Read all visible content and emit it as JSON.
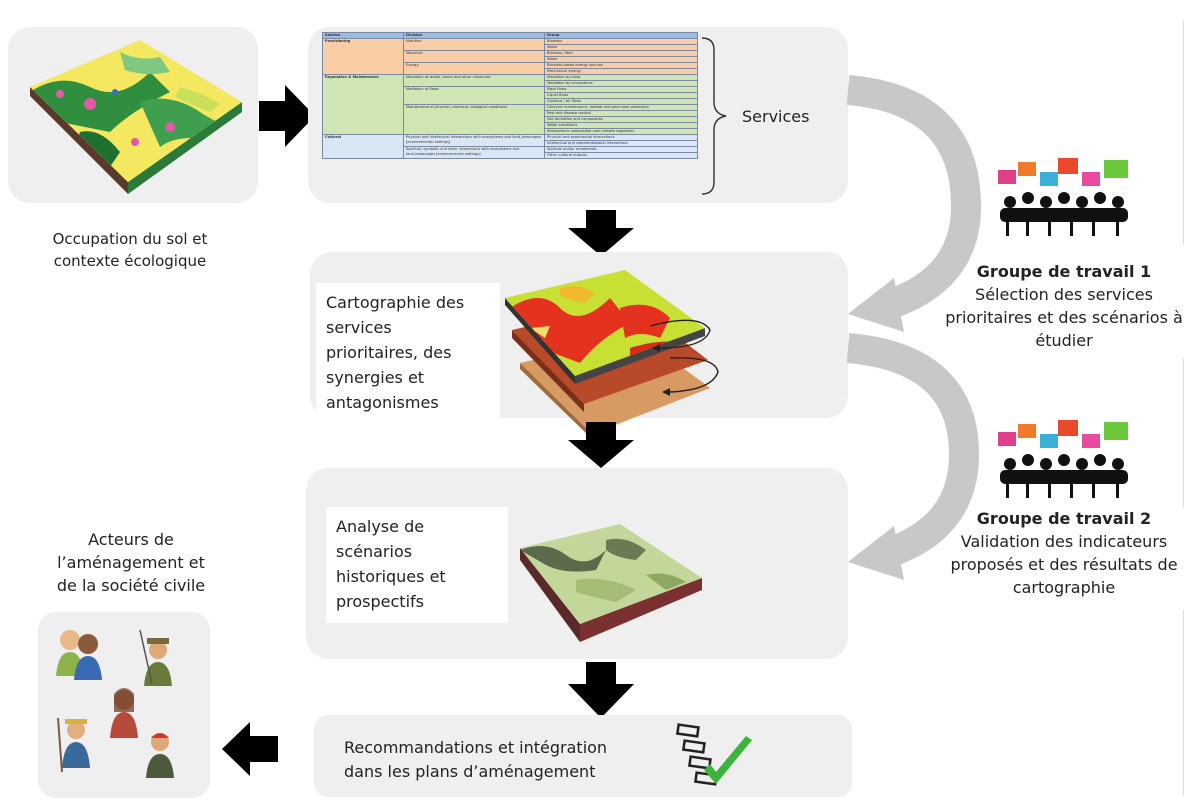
{
  "stage_land": {
    "caption_line1": "Occupation du sol et",
    "caption_line2": "contexte écologique"
  },
  "stage_services": {
    "label": "Services",
    "table": {
      "headers": [
        "Section",
        "Division",
        "Group"
      ],
      "sections": [
        {
          "section": "Provisioning",
          "color": "#f9cda5",
          "divisions": [
            {
              "division": "Nutrition",
              "groups": [
                "Biomass",
                "Water"
              ]
            },
            {
              "division": "Materials",
              "groups": [
                "Biomass, fibre",
                "Water"
              ]
            },
            {
              "division": "Energy",
              "groups": [
                "Biomass-based energy sources",
                "Mechanical energy"
              ]
            }
          ]
        },
        {
          "section": "Regulation & Maintenance",
          "color": "#cfe5b3",
          "divisions": [
            {
              "division": "Mediation of waste, toxics and other nuisances",
              "groups": [
                "Mediation by biota",
                "Mediation by ecosystems"
              ]
            },
            {
              "division": "Mediation of flows",
              "groups": [
                "Mass flows",
                "Liquid flows",
                "Gaseous / air flows"
              ]
            },
            {
              "division": "Maintenance of physical, chemical, biological conditions",
              "groups": [
                "Lifecycle maintenance, habitat and gene pool protection",
                "Pest and disease control",
                "Soil formation and composition",
                "Water conditions",
                "Atmospheric composition and climate regulation"
              ]
            }
          ]
        },
        {
          "section": "Cultural",
          "color": "#d9e6f3",
          "divisions": [
            {
              "division": "Physical and intellectual interactions with ecosystems and land-/seascapes [environmental settings]",
              "groups": [
                "Physical and experiential interactions",
                "Intellectual and representational interactions"
              ]
            },
            {
              "division": "Spiritual, symbolic and other interactions with ecosystems and land-/seascapes [environmental settings]",
              "groups": [
                "Spiritual and/or emblematic",
                "Other cultural outputs"
              ]
            }
          ]
        }
      ]
    }
  },
  "stage_mapping": {
    "lines": [
      "Cartographie des",
      "services",
      "prioritaires, des",
      "synergies et",
      "antagonismes"
    ]
  },
  "stage_scenarios": {
    "lines": [
      "Analyse de",
      "scénarios",
      "historiques et",
      "prospectifs"
    ]
  },
  "stage_recommendations": {
    "lines": [
      "Recommandations et intégration",
      "dans les plans d’aménagement"
    ]
  },
  "actors": {
    "lines": [
      "Acteurs de",
      "l’aménagement et",
      "de la société civile"
    ]
  },
  "group1": {
    "title": "Groupe de travail 1",
    "lines": [
      "Sélection des services",
      "prioritaires et des scénarios à",
      "étudier"
    ]
  },
  "group2": {
    "title": "Groupe de travail 2",
    "lines": [
      "Validation des indicateurs",
      "proposés et des résultats de",
      "cartographie"
    ]
  },
  "colors": {
    "panel": "#efefef",
    "arrow": "#000000",
    "curved_arrow": "#c8c8c8",
    "check": "#3cb43c"
  }
}
